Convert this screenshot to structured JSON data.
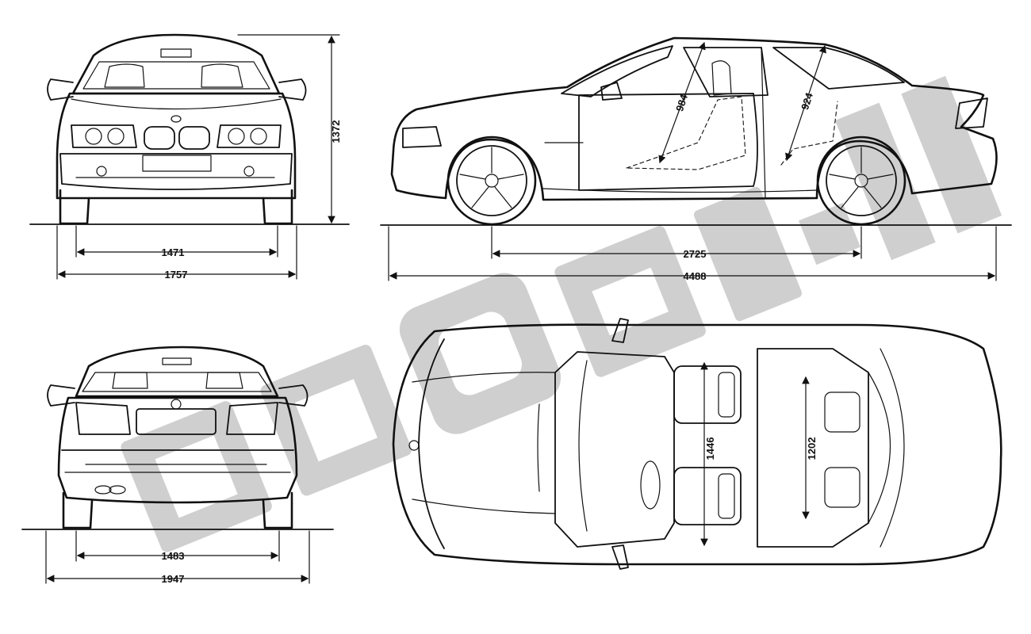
{
  "dimensions": {
    "front_height": "1372",
    "front_track": "1471",
    "front_width": "1757",
    "wheelbase": "2725",
    "length": "4488",
    "front_headroom": "984",
    "rear_headroom": "924",
    "rear_track": "1483",
    "width_mirrors": "1947",
    "front_shoulder": "1446",
    "rear_shoulder": "1202"
  },
  "colors": {
    "line": "#111111",
    "watermark": "#cfcfcf",
    "background": "#ffffff"
  }
}
